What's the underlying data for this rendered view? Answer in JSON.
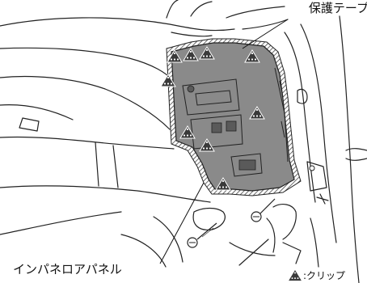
{
  "labels": {
    "protective_tape": "保護テープ",
    "instrument_panel_lower_panel": "インパネロアパネル"
  },
  "legend": {
    "marker_icon": "clip-triangle-icon",
    "text": ":クリップ"
  },
  "colors": {
    "panel_fill": "#8a8a8a",
    "tape_hatch": "#444444",
    "clip_marker": "#3a3a3a",
    "line_art": "#222222"
  }
}
